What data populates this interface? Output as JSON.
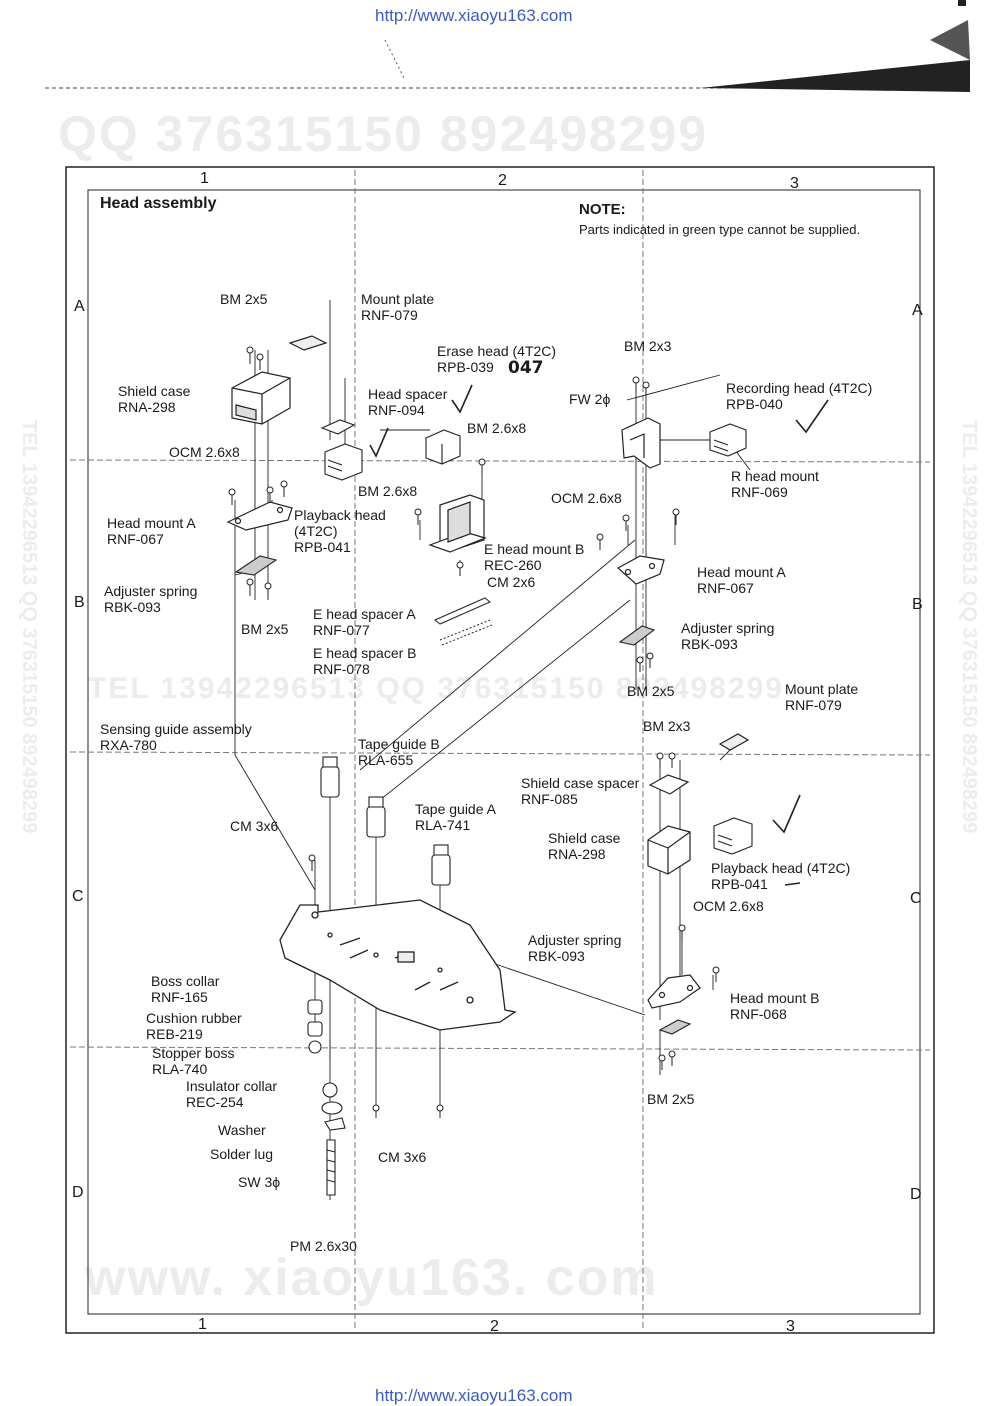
{
  "header": {
    "url_top": "http://www.xiaoyu163.com"
  },
  "footer": {
    "url_bottom": "http://www.xiaoyu163.com"
  },
  "watermarks": {
    "top": "QQ 376315150   892498299",
    "middle": "TEL 13942296513   QQ 376315150  892498299",
    "bottom": "www. xiaoyu163. com",
    "left_vertical": "TEL 13942296513 QQ 376315150 892498299",
    "right_vertical": "TEL 13942296513 QQ 376315150 892498299"
  },
  "frame": {
    "columns_top": [
      "1",
      "2",
      "3"
    ],
    "columns_bottom": [
      "1",
      "2",
      "3"
    ],
    "rows_left": [
      "A",
      "B",
      "C",
      "D"
    ],
    "rows_right": [
      "A",
      "B",
      "C",
      "D"
    ]
  },
  "diagram": {
    "title": "Head assembly",
    "note_heading": "NOTE:",
    "note_text": "Parts indicated in green type cannot be supplied.",
    "handwritten": "047",
    "labels": {
      "bm2x5_a": "BM 2x5",
      "mount_plate_a": "Mount plate\nRNF-079",
      "erase_head": "Erase head (4T2C)\nRPB-039",
      "bm2x3_a": "BM 2x3",
      "shield_case_a": "Shield case\nRNA-298",
      "head_spacer": "Head spacer\nRNF-094",
      "fw2": "FW 2ϕ",
      "recording_head": "Recording head (4T2C)\nRPB-040",
      "bm26x8_a": "BM 2.6x8",
      "ocm26x8_a": "OCM 2.6x8",
      "r_head_mount": "R head mount\nRNF-069",
      "bm26x8_b": "BM 2.6x8",
      "ocm26x8_b": "OCM 2.6x8",
      "head_mount_a_left": "Head mount A\nRNF-067",
      "playback_head_a": "Playback head\n(4T2C)\nRPB-041",
      "e_head_mount_b": "E head mount B\nREC-260",
      "cm2x6": "CM 2x6",
      "head_mount_a_right": "Head mount A\nRNF-067",
      "adjuster_spring_left": "Adjuster spring\nRBK-093",
      "e_head_spacer_a": "E head spacer A\nRNF-077",
      "adjuster_spring_right": "Adjuster spring\nRBK-093",
      "bm2x5_b": "BM 2x5",
      "e_head_spacer_b": "E head spacer B\nRNF-078",
      "bm2x5_c": "BM 2x5",
      "mount_plate_b": "Mount plate\nRNF-079",
      "sensing_guide": "Sensing guide assembly\nRXA-780",
      "bm2x3_b": "BM 2x3",
      "tape_guide_b": "Tape guide B\nRLA-655",
      "shield_case_spacer": "Shield case spacer\nRNF-085",
      "cm3x6_a": "CM 3x6",
      "tape_guide_a": "Tape guide A\nRLA-741",
      "shield_case_b": "Shield case\nRNA-298",
      "playback_head_b": "Playback head (4T2C)\nRPB-041",
      "ocm26x8_c": "OCM 2.6x8",
      "adjuster_spring_c": "Adjuster spring\nRBK-093",
      "boss_collar": "Boss collar\nRNF-165",
      "head_mount_b": "Head mount B\nRNF-068",
      "cushion_rubber": "Cushion rubber\nREB-219",
      "stopper_boss": "Stopper boss\nRLA-740",
      "insulator_collar": "Insulator collar\nREC-254",
      "bm2x5_d": "BM 2x5",
      "washer": "Washer",
      "solder_lug": "Solder lug",
      "cm3x6_b": "CM 3x6",
      "sw3": "SW 3ϕ",
      "pm26x30": "PM 2.6x30"
    }
  }
}
